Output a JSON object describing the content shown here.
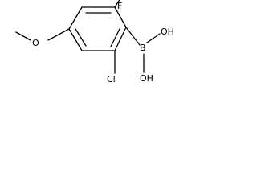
{
  "molecule": {
    "atoms": {
      "fluorine": "F",
      "chlorine": "Cl",
      "boron": "B",
      "hydroxyl_top": "OH",
      "hydroxyl_bottom": "OH",
      "methoxy_oxygen": "O"
    }
  },
  "colors": {
    "bond": "#000000",
    "label": "#000000",
    "background": "#ffffff"
  }
}
